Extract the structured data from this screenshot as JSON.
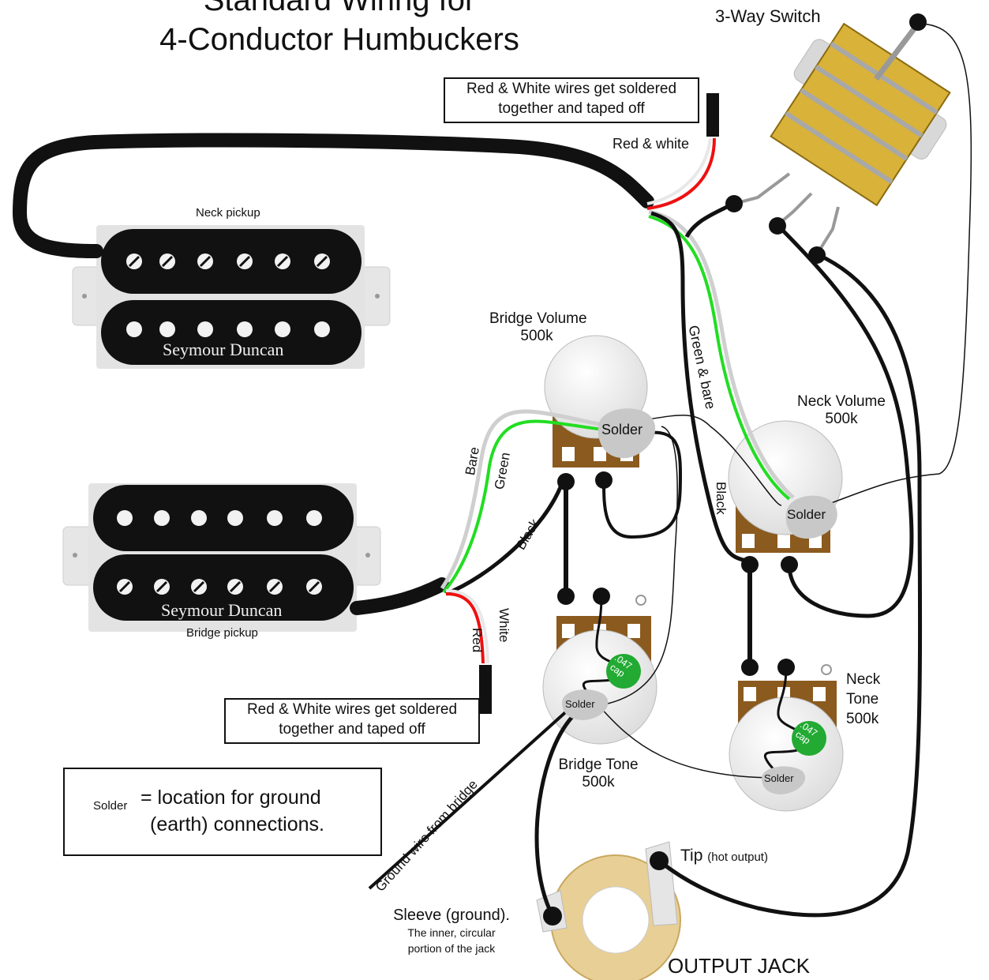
{
  "title": {
    "line1": "Standard Wiring for",
    "line2": "4-Conductor Humbuckers"
  },
  "switch": {
    "label": "3-Way Switch"
  },
  "notes": {
    "top": {
      "line1": "Red & White wires get soldered",
      "line2": "together and taped off"
    },
    "bottom": {
      "line1": "Red & White wires get soldered",
      "line2": "together and taped off"
    }
  },
  "pickups": {
    "neck": {
      "label": "Neck pickup",
      "brand": "Seymour Duncan"
    },
    "bridge": {
      "label": "Bridge pickup",
      "brand": "Seymour Duncan"
    }
  },
  "wires": {
    "red_white": "Red & white",
    "green_bare": "Green & bare",
    "black_neck": "Black",
    "bare": "Bare",
    "green": "Green",
    "black_bridge": "Black",
    "white": "White",
    "red": "Red",
    "ground_from_bridge": "Ground wire from bridge"
  },
  "pots": {
    "bridge_volume": {
      "name": "Bridge Volume",
      "value": "500k"
    },
    "neck_volume": {
      "name": "Neck Volume",
      "value": "500k"
    },
    "bridge_tone": {
      "name": "Bridge Tone",
      "value": "500k"
    },
    "neck_tone": {
      "name": "Neck",
      "name2": "Tone",
      "value": "500k"
    }
  },
  "solder_labels": {
    "large": "Solder",
    "small": "Solder"
  },
  "caps": {
    "value": ".047",
    "unit": "cap"
  },
  "legend": {
    "solder": "Solder",
    "line1": "= location for ground",
    "line2": "(earth) connections."
  },
  "jack": {
    "tip": "Tip",
    "tip_note": "(hot output)",
    "sleeve": "Sleeve (ground).",
    "sleeve_note1": "The inner, circular",
    "sleeve_note2": "portion of the jack",
    "title": "OUTPUT JACK"
  },
  "colors": {
    "black_wire": "#111111",
    "green_wire": "#22dd22",
    "bare_wire": "#cfcfcf",
    "red_wire": "#ee1111",
    "pot_brown": "#8b5a1e",
    "cap_green": "#22aa33",
    "switch_yellow": "#d9b23a",
    "solder_grey": "#c8c8c8"
  }
}
